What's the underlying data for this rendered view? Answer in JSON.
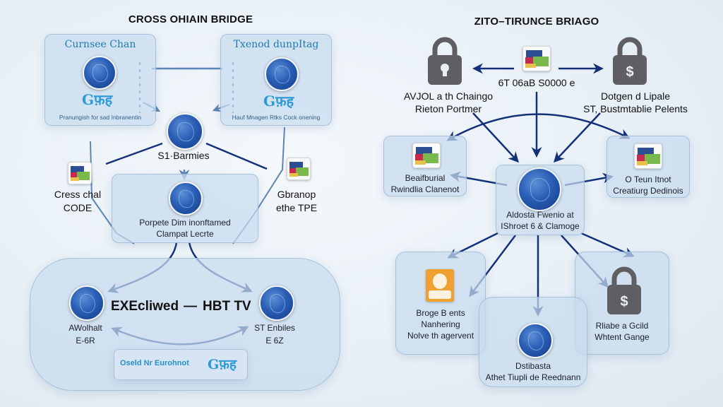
{
  "left": {
    "title": "CROSS OHIAIN BRIDGE",
    "source_chain": {
      "heading": "Curnsee Chan",
      "logo": "Gफ़ह",
      "caption": "Pranungish for sad Inbranentin"
    },
    "target_chain": {
      "heading": "Txenod dunpItag",
      "logo": "Gफ़ह",
      "caption": "Hauf Mnagen Rtks Cock onening"
    },
    "hub": {
      "label": "S1·Barmies"
    },
    "side_left": {
      "line1": "Cress chal",
      "line2": "CODE"
    },
    "side_right": {
      "line1": "Gbranop",
      "line2": "ethe TPE"
    },
    "core": {
      "line1": "Porpete Dim inonftamed",
      "line2": "Clampat Lecrte"
    },
    "execution": {
      "heading_left": "EXEcliwed",
      "dash": "—",
      "heading_right": "HBT TV",
      "node_left": {
        "line1": "AWolhalt",
        "line2": "E-6R"
      },
      "node_right": {
        "line1": "ST Enbiles",
        "line2": "E 6Z"
      },
      "badge": {
        "text": "Oseld Nr Eurohnot",
        "logo": "Gफ़ह"
      }
    }
  },
  "right": {
    "title": "ZITO–TIRUNCE BRIAGO",
    "top_center": {
      "label": "6T 06aB S0000 e"
    },
    "top_left_lock": {
      "line1": "AVJOL a th Chaingo",
      "line2": "Rieton Portmer"
    },
    "top_right_lock": {
      "line1": "Dotgen d Lipale",
      "line2": "ST, Bustmtablie Pelents"
    },
    "mid_left": {
      "line1": "Beaifburial",
      "line2": "Rwindlia Clanenot"
    },
    "mid_right": {
      "line1": "O Teun Itnot",
      "line2": "Creatiurg Dedinois"
    },
    "center": {
      "line1": "Aldosta Fwenio at",
      "line2": "IShroet 6 & Clamoge"
    },
    "bottom_left": {
      "line1": "Broge B ents",
      "line2": "Nanhering",
      "line3": "Nolve th agervent"
    },
    "bottom_center": {
      "line1": "Dstibasta",
      "line2": "Athet Tiupli de Reednann"
    },
    "bottom_right": {
      "line1": "Rliabe a Gcild",
      "line2": "Whtent Gange"
    }
  },
  "icons": {
    "coin": "blue-token-coin",
    "app": "wallet-app-icon",
    "lock": "padlock-icon",
    "user": "user-badge-icon",
    "arrow": "flow-arrow"
  },
  "colors": {
    "arrow": "#14307a",
    "light_arrow": "#5b86b5",
    "panel": "#c8dbee",
    "lock": "#5f5f63",
    "orange": "#f0a030",
    "heading_blue": "#1e7bb0"
  }
}
